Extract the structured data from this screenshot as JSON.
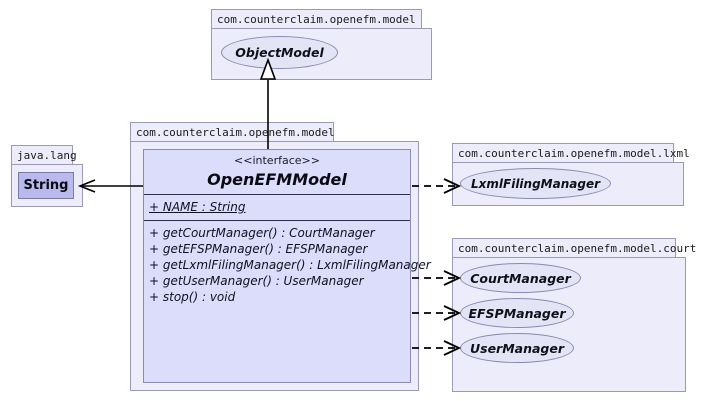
{
  "diagram": {
    "type": "uml-class-diagram",
    "colors": {
      "package_fill": "#ECECFB",
      "package_border": "#9A9AB4",
      "class_fill": "#DCDCFB",
      "class_border": "#8A8AB0",
      "ellipse_fill": "#E4E4F7",
      "simple_class_fill": "#B9B9EC",
      "line": "#000000",
      "background": "#FFFFFF"
    }
  },
  "packages": {
    "model_top": {
      "name": "com.counterclaim.openefm.model",
      "nodes": [
        {
          "label": "ObjectModel",
          "kind": "interface-ellipse"
        }
      ]
    },
    "java_lang": {
      "name": "java.lang",
      "nodes": [
        {
          "label": "String",
          "kind": "class-rect"
        }
      ]
    },
    "model_main": {
      "name": "com.counterclaim.openefm.model"
    },
    "model_lxml": {
      "name": "com.counterclaim.openefm.model.lxml",
      "nodes": [
        {
          "label": "LxmlFilingManager",
          "kind": "interface-ellipse"
        }
      ]
    },
    "model_court": {
      "name": "com.counterclaim.openefm.model.court",
      "nodes": [
        {
          "label": "CourtManager",
          "kind": "interface-ellipse"
        },
        {
          "label": "EFSPManager",
          "kind": "interface-ellipse"
        },
        {
          "label": "UserManager",
          "kind": "interface-ellipse"
        }
      ]
    }
  },
  "main_class": {
    "stereotype": "<<interface>>",
    "title": "OpenEFMModel",
    "attributes": [
      "+ NAME : String"
    ],
    "operations": [
      "+ getCourtManager() : CourtManager",
      "+ getEFSPManager() : EFSPManager",
      "+ getLxmlFilingManager() : LxmlFilingManager",
      "+ getUserManager() : UserManager",
      "+ stop() : void"
    ]
  },
  "relations": [
    {
      "kind": "generalization",
      "from": "OpenEFMModel",
      "to": "ObjectModel",
      "style": "solid-hollow-triangle"
    },
    {
      "kind": "dependency",
      "from": "OpenEFMModel",
      "to": "String",
      "style": "solid-open-arrow"
    },
    {
      "kind": "dependency",
      "from": "OpenEFMModel",
      "to": "LxmlFilingManager",
      "style": "dashed-open-arrow"
    },
    {
      "kind": "dependency",
      "from": "OpenEFMModel",
      "to": "CourtManager",
      "style": "dashed-open-arrow"
    },
    {
      "kind": "dependency",
      "from": "OpenEFMModel",
      "to": "EFSPManager",
      "style": "dashed-open-arrow"
    },
    {
      "kind": "dependency",
      "from": "OpenEFMModel",
      "to": "UserManager",
      "style": "dashed-open-arrow"
    }
  ]
}
